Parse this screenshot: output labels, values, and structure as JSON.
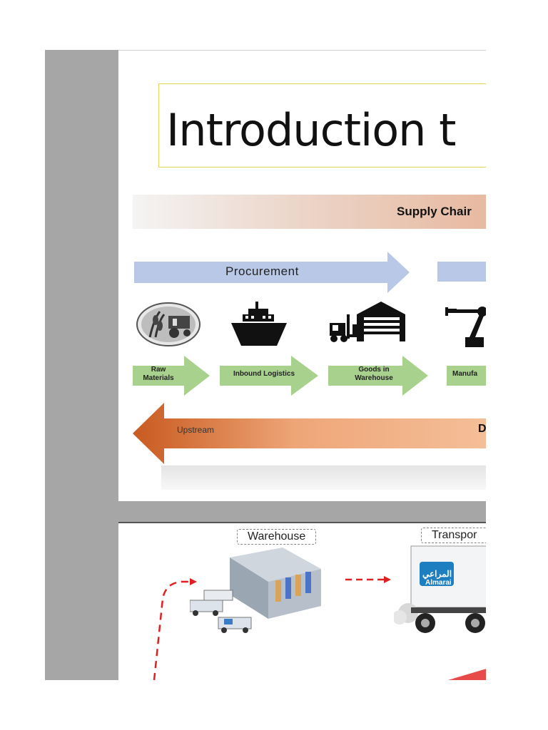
{
  "slide1": {
    "title": "Introduction t",
    "banner": "Supply Chair",
    "procurement": "Procurement",
    "stages": [
      {
        "label": "Raw\nMaterials"
      },
      {
        "label": "Inbound Logistics"
      },
      {
        "label": "Goods in\nWarehouse"
      },
      {
        "label": "Manufa"
      }
    ],
    "upstream": "Upstream",
    "downstream_partial": "D"
  },
  "slide2": {
    "warehouse": "Warehouse",
    "transport": "Transpor",
    "logo_ar": "المراعي",
    "logo_en": "Almarai"
  },
  "colors": {
    "proc_arrow": "#b8c8e6",
    "stage_arrow": "#a9d18e",
    "upstream_arrow": "#d0692a",
    "dashed_red": "#e02020"
  }
}
